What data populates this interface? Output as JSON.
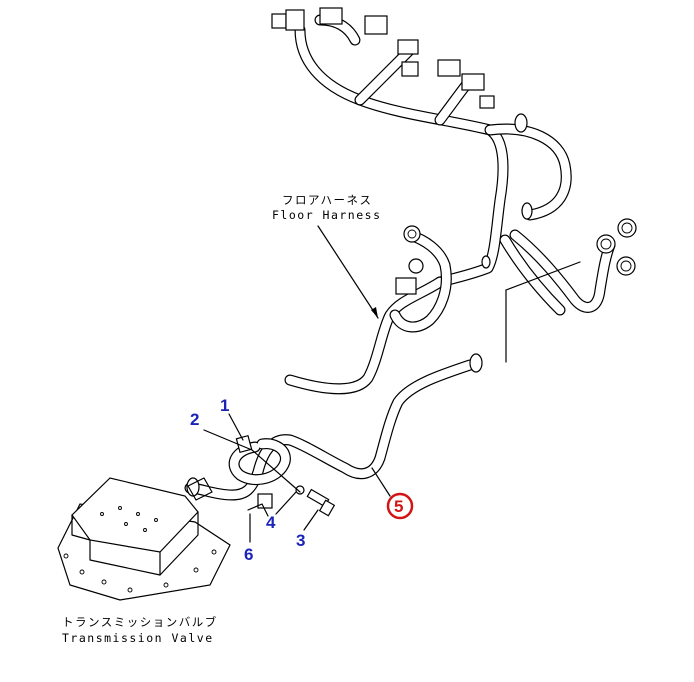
{
  "labels": {
    "floor_harness_jp": "フロアハーネス",
    "floor_harness_en": "Floor Harness",
    "transmission_valve_jp": "トランスミッションバルブ",
    "transmission_valve_en": "Transmission Valve"
  },
  "callouts": {
    "c1": "1",
    "c2": "2",
    "c3": "3",
    "c4": "4",
    "c5": "5",
    "c6": "6"
  },
  "colors": {
    "callout_blue": "#1a24b8",
    "callout_red": "#d21414",
    "linework": "#000000"
  }
}
